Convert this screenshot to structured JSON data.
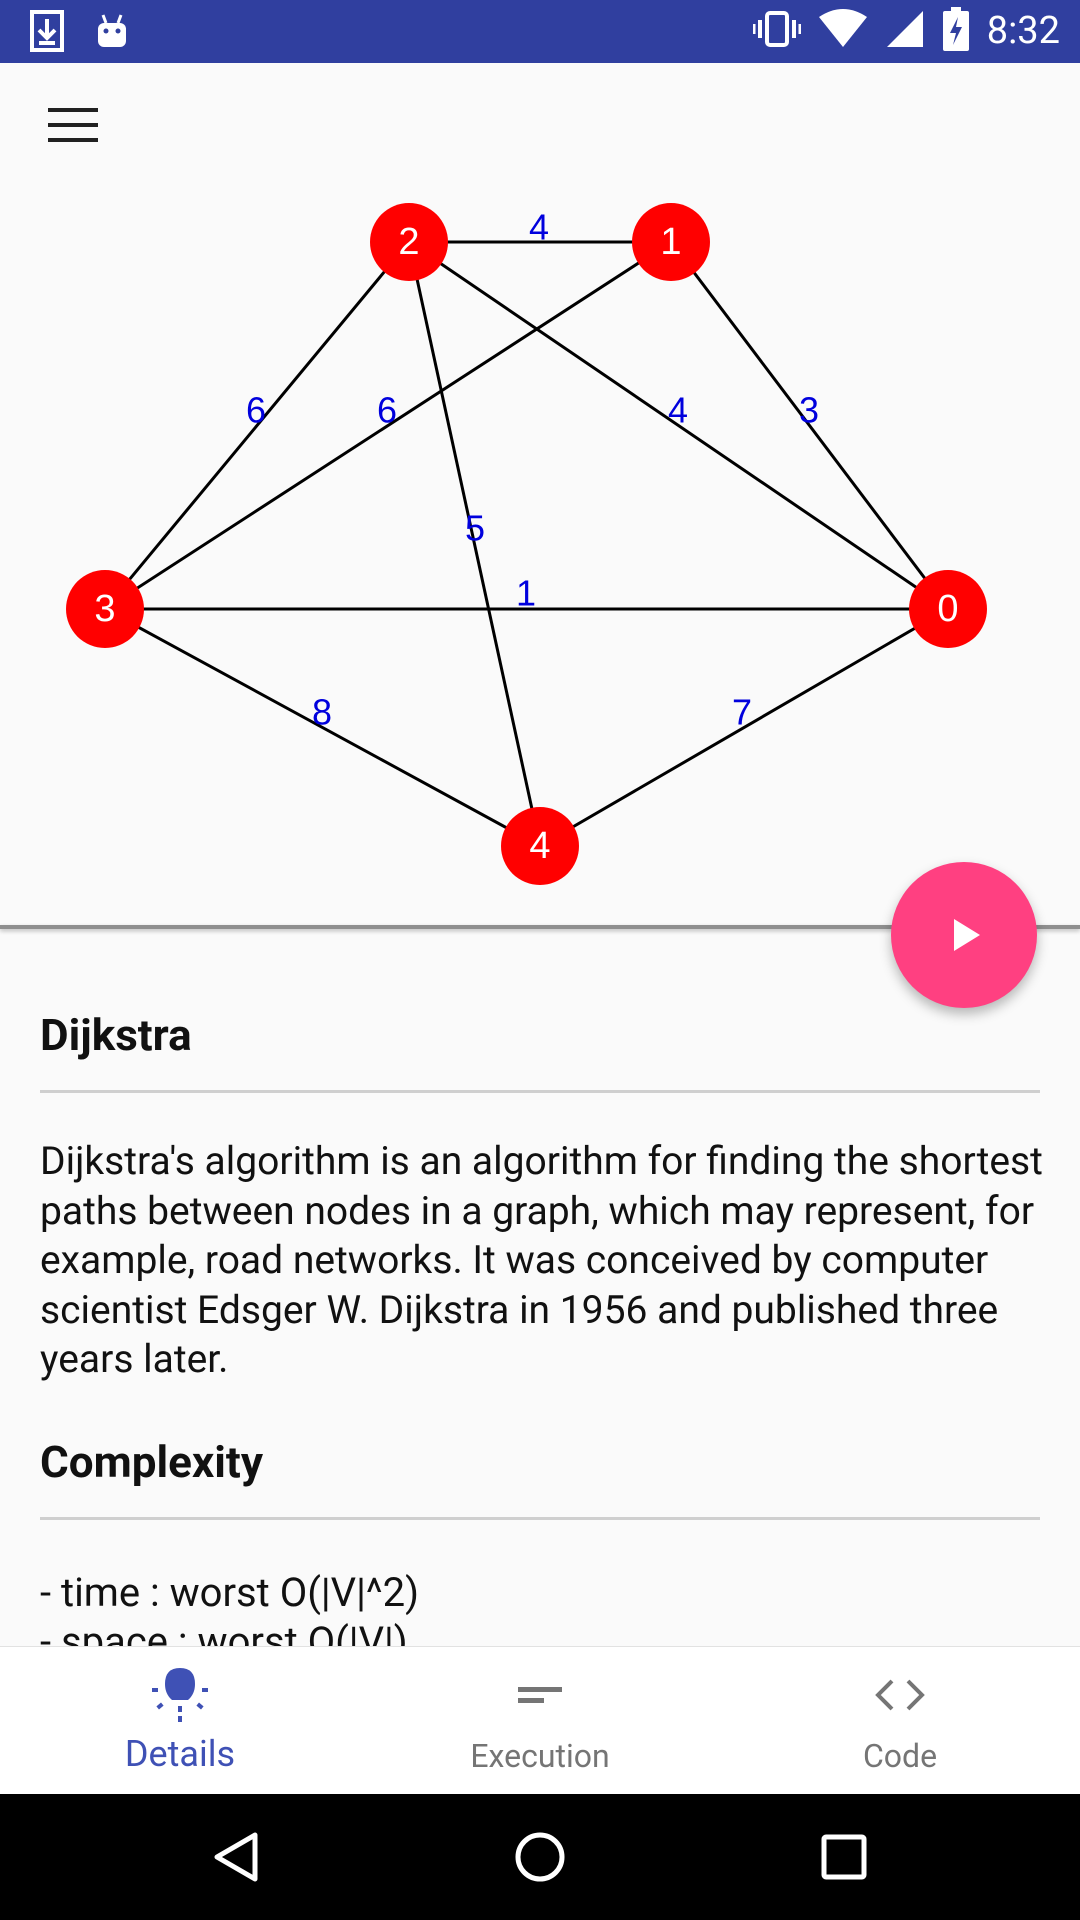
{
  "status_bar": {
    "time": "8:32",
    "left_icons": [
      "download-icon",
      "android-icon"
    ],
    "right_icons": [
      "vibrate-icon",
      "wifi-icon",
      "signal-icon",
      "battery-charging-icon"
    ],
    "background": "#303f9f"
  },
  "graph": {
    "node_color": "#ff0000",
    "edge_color": "#000000",
    "weight_color": "#0000dd",
    "nodes": [
      {
        "id": "0",
        "label": "0"
      },
      {
        "id": "1",
        "label": "1"
      },
      {
        "id": "2",
        "label": "2"
      },
      {
        "id": "3",
        "label": "3"
      },
      {
        "id": "4",
        "label": "4"
      }
    ],
    "edges": [
      {
        "from": "2",
        "to": "1",
        "weight": "4"
      },
      {
        "from": "2",
        "to": "3",
        "weight": "6"
      },
      {
        "from": "1",
        "to": "3",
        "weight": "6"
      },
      {
        "from": "2",
        "to": "0",
        "weight": "4"
      },
      {
        "from": "1",
        "to": "0",
        "weight": "3"
      },
      {
        "from": "2",
        "to": "4",
        "weight": "5"
      },
      {
        "from": "3",
        "to": "0",
        "weight": "1"
      },
      {
        "from": "3",
        "to": "4",
        "weight": "8"
      },
      {
        "from": "0",
        "to": "4",
        "weight": "7"
      }
    ]
  },
  "fab": {
    "icon": "play-icon",
    "color": "#ff4081"
  },
  "details": {
    "title": "Dijkstra",
    "description": "Dijkstra's algorithm is an algorithm for finding the shortest paths between nodes in a graph, which may represent, for example, road networks. It was conceived by computer scientist Edsger W. Dijkstra in 1956 and published three years later.",
    "complexity_title": "Complexity",
    "complexity_lines": [
      "- time : worst O(|V|^2)",
      "- space : worst O(|V|)"
    ]
  },
  "bottom_nav": {
    "active_color": "#3f51b5",
    "items": [
      {
        "label": "Details",
        "icon": "lightbulb-icon",
        "active": true
      },
      {
        "label": "Execution",
        "icon": "execution-lines-icon",
        "active": false
      },
      {
        "label": "Code",
        "icon": "code-brackets-icon",
        "active": false
      }
    ]
  },
  "system_nav": {
    "buttons": [
      "back-icon",
      "home-icon",
      "recents-icon"
    ]
  }
}
